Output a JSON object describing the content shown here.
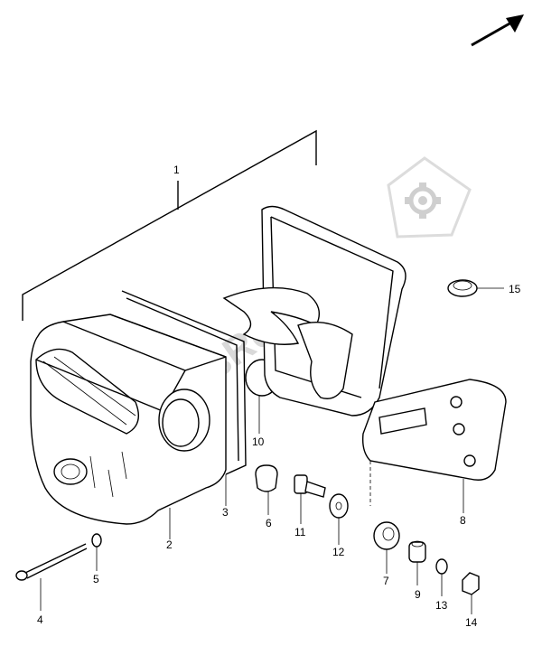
{
  "watermark": {
    "text": "PartsRepublik"
  },
  "parts": [
    {
      "ref": "1"
    },
    {
      "ref": "2"
    },
    {
      "ref": "3"
    },
    {
      "ref": "4"
    },
    {
      "ref": "5"
    },
    {
      "ref": "6"
    },
    {
      "ref": "7"
    },
    {
      "ref": "8"
    },
    {
      "ref": "9"
    },
    {
      "ref": "10"
    },
    {
      "ref": "11"
    },
    {
      "ref": "12"
    },
    {
      "ref": "13"
    },
    {
      "ref": "14"
    },
    {
      "ref": "15"
    }
  ]
}
